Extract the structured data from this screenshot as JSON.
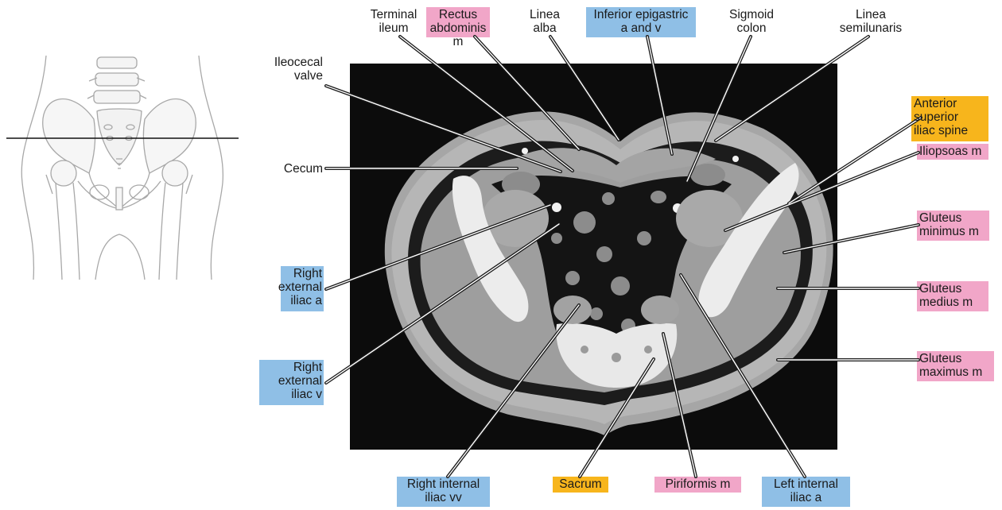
{
  "colors": {
    "pink": "#f1a6c8",
    "blue": "#8fbfe6",
    "orange": "#f7b51c",
    "ct_background": "#0c0c0c",
    "label_text": "#1a1a1a"
  },
  "labels": {
    "terminal_ileum": [
      "Terminal",
      "ileum"
    ],
    "rectus_abdominis": [
      "Rectus",
      "abdominis m"
    ],
    "linea_alba": [
      "Linea",
      "alba"
    ],
    "inferior_epigastric": [
      "Inferior epigastric",
      "a and v"
    ],
    "sigmoid_colon": [
      "Sigmoid",
      "colon"
    ],
    "linea_semilunaris": [
      "Linea",
      "semilunaris"
    ],
    "ileocecal_valve": [
      "Ileocecal",
      "valve"
    ],
    "cecum": [
      "Cecum"
    ],
    "right_external_iliac_a": [
      "Right",
      "external",
      "iliac a"
    ],
    "right_external_iliac_v": [
      "Right",
      "external",
      "iliac v"
    ],
    "right_internal_iliac_vv": [
      "Right internal",
      "iliac vv"
    ],
    "sacrum": [
      "Sacrum"
    ],
    "piriformis": [
      "Piriformis m"
    ],
    "left_internal_iliac_a": [
      "Left internal",
      "iliac a"
    ],
    "asis": [
      "Anterior",
      "superior",
      "iliac spine"
    ],
    "iliopsoas": [
      "Iliopsoas m"
    ],
    "gluteus_minimus": [
      "Gluteus",
      "minimus m"
    ],
    "gluteus_medius": [
      "Gluteus",
      "medius m"
    ],
    "gluteus_maximus": [
      "Gluteus",
      "maximus m"
    ]
  }
}
